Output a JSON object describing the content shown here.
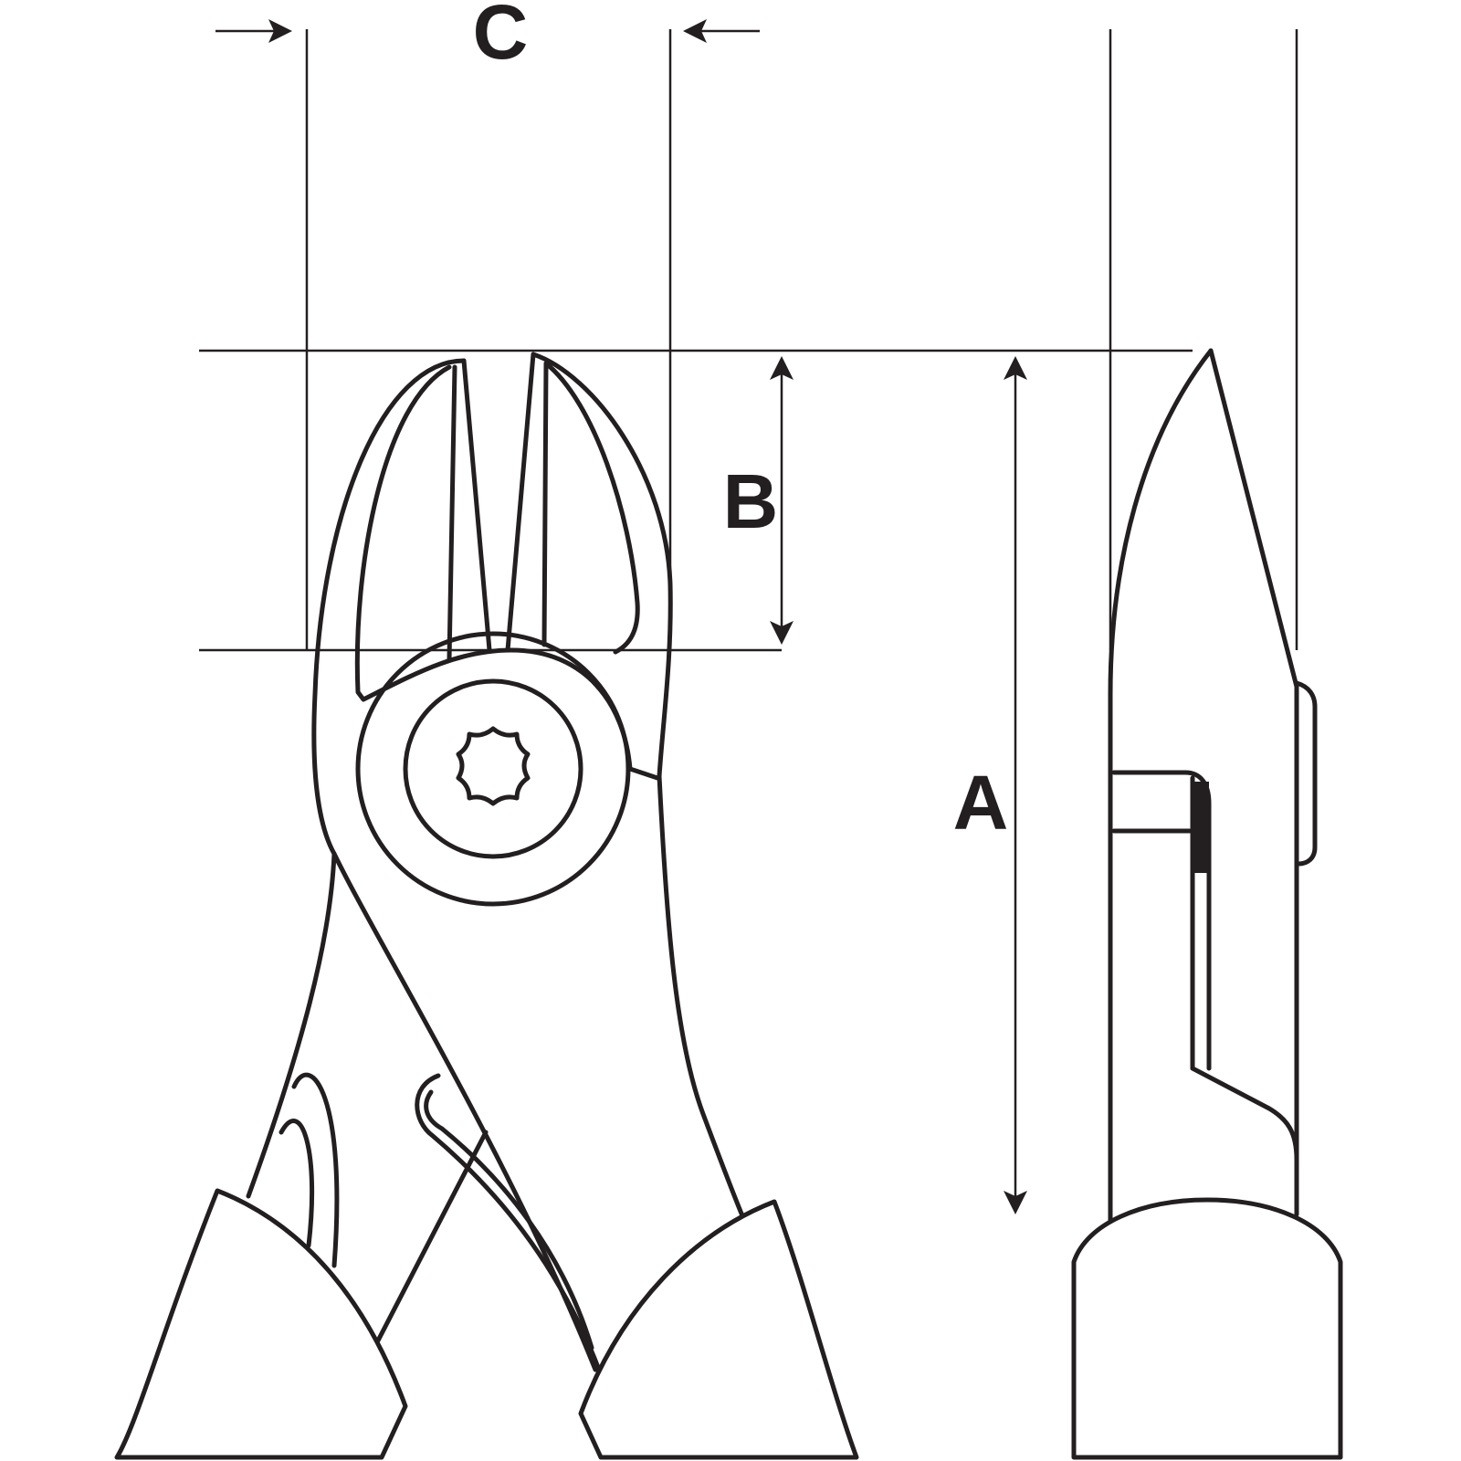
{
  "dimensions": {
    "a": {
      "label": "A"
    },
    "b": {
      "label": "B"
    },
    "c": {
      "label": "C"
    }
  },
  "colors": {
    "line": "#231f20",
    "background": "#ffffff"
  },
  "icons": {
    "front_view": "diagonal-cutting-pliers-front-icon",
    "side_view": "diagonal-cutting-pliers-side-icon",
    "pivot_screw": "torx-screw-icon"
  }
}
